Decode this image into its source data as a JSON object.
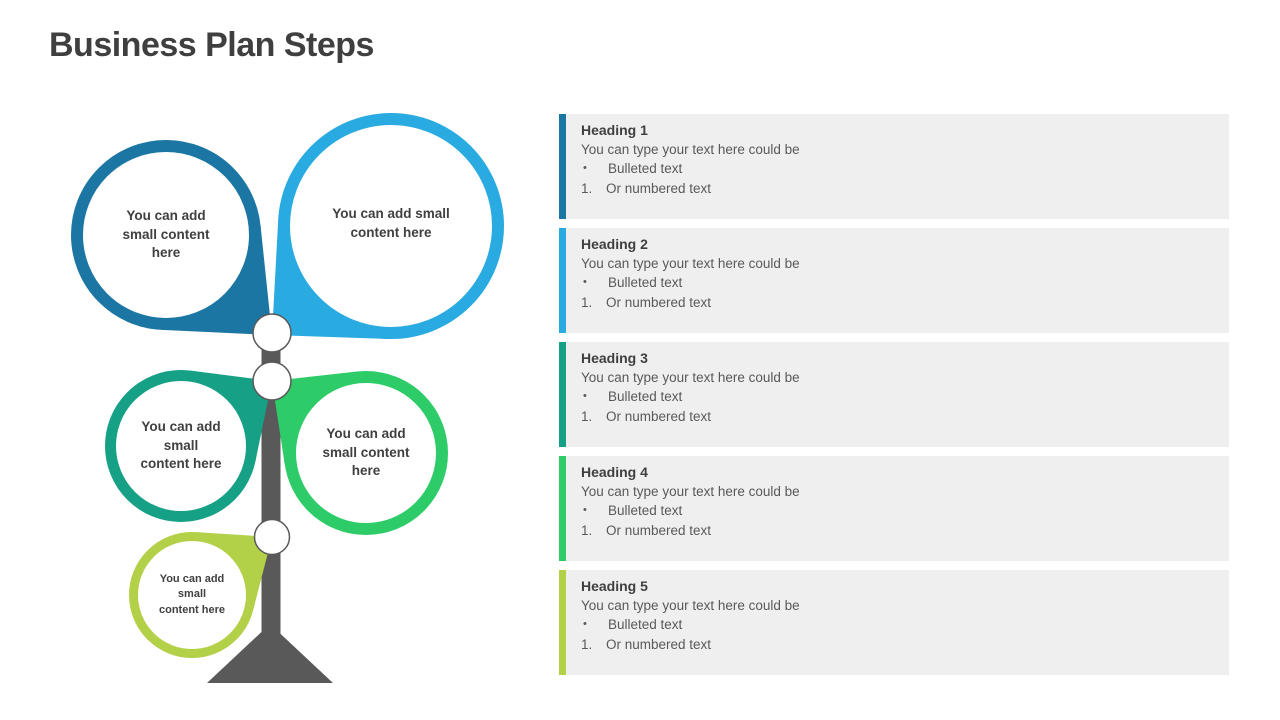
{
  "slide": {
    "title": "Business Plan Steps"
  },
  "diagram": {
    "trunk_color": "#595959",
    "node_stroke": "#595959",
    "circles": [
      {
        "name": "step-1",
        "color": "#1B76A4",
        "text": "You can add\nsmall content\nhere"
      },
      {
        "name": "step-2",
        "color": "#29ABE2",
        "text": "You can add small\ncontent here"
      },
      {
        "name": "step-3",
        "color": "#16A085",
        "text": "You can add\nsmall\ncontent here"
      },
      {
        "name": "step-4",
        "color": "#2ECC68",
        "text": "You can add\nsmall content\nhere"
      },
      {
        "name": "step-5",
        "color": "#B2D048",
        "text": "You can add\nsmall\ncontent here"
      }
    ]
  },
  "markers": {
    "bullet": "•",
    "number": "1."
  },
  "panels": [
    {
      "heading": "Heading 1",
      "intro": "You can type your text here could be",
      "bullet": "Bulleted text",
      "numbered": "Or numbered text",
      "accent": "#1B76A4"
    },
    {
      "heading": "Heading 2",
      "intro": "You can type your text here could be",
      "bullet": "Bulleted text",
      "numbered": "Or numbered text",
      "accent": "#29ABE2"
    },
    {
      "heading": "Heading 3",
      "intro": "You can type your text here could be",
      "bullet": "Bulleted text",
      "numbered": "Or numbered text",
      "accent": "#16A085"
    },
    {
      "heading": "Heading 4",
      "intro": "You can type your text here could be",
      "bullet": "Bulleted text",
      "numbered": "Or numbered text",
      "accent": "#2ECC68"
    },
    {
      "heading": "Heading 5",
      "intro": "You can type your text here could be",
      "bullet": "Bulleted text",
      "numbered": "Or numbered text",
      "accent": "#B2D048"
    }
  ]
}
